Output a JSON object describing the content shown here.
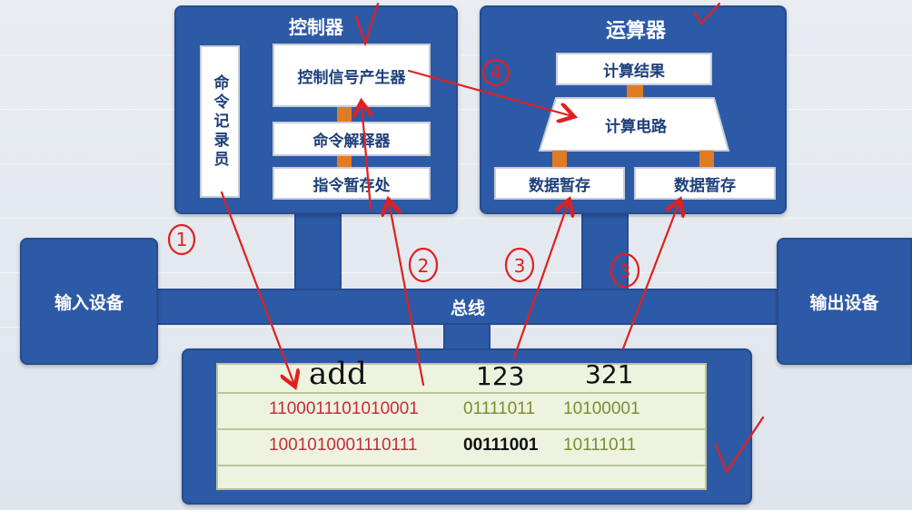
{
  "controller": {
    "title": "控制器",
    "recorder": "命令记录员",
    "signal_generator": "控制信号产生器",
    "decoder": "命令解释器",
    "register": "指令暂存处"
  },
  "alu": {
    "title": "运算器",
    "result": "计算结果",
    "circuit": "计算电路",
    "data_reg_1": "数据暂存",
    "data_reg_2": "数据暂存"
  },
  "input_device": "输入设备",
  "output_device": "输出设备",
  "bus": "总线",
  "memory": {
    "rows": [
      {
        "a": "1100011101010001",
        "b": "01111011",
        "c": "10100001"
      },
      {
        "a": "1001010001110111",
        "b": "00111001",
        "c": "10111011"
      }
    ]
  },
  "annotations": {
    "add": "add",
    "n123": "123",
    "n321": "321",
    "step1": "1",
    "step2": "2",
    "step3a": "3",
    "step3b": "3",
    "step4": "4"
  }
}
